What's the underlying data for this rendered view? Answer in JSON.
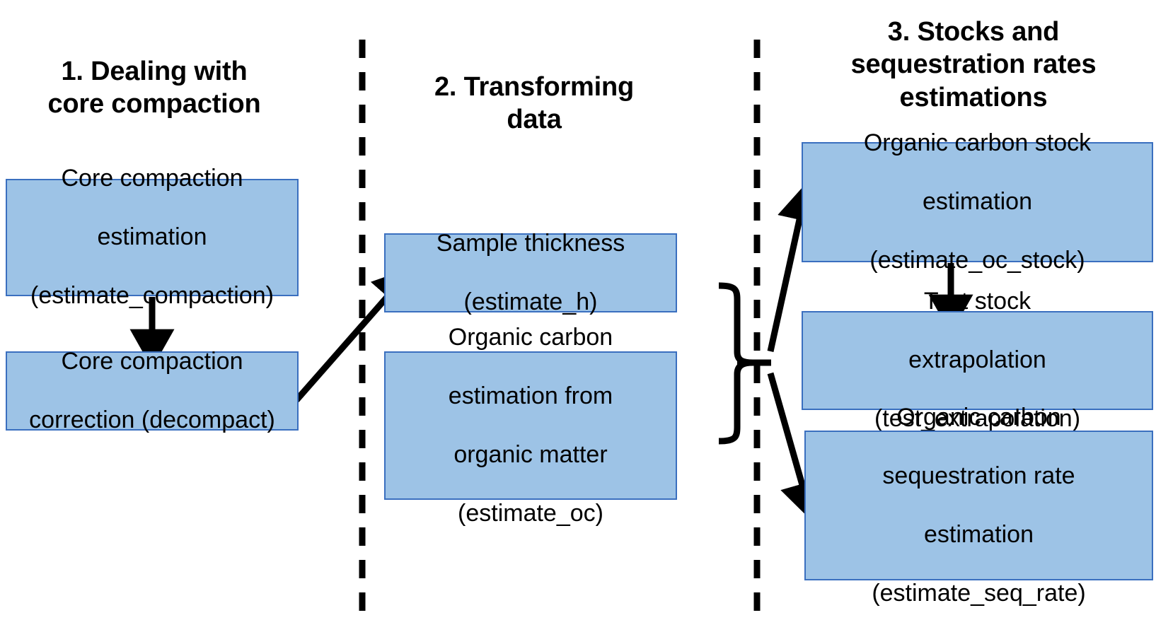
{
  "diagram": {
    "title_bar_color": "#000000",
    "box_fill": "#9DC3E6",
    "box_border": "#3A6FBF",
    "connector_color": "#000000",
    "background": "#ffffff",
    "columns": [
      {
        "id": "column-1",
        "heading": "1. Dealing with core compaction",
        "heading_lines": [
          "1. Dealing with",
          "core compaction"
        ],
        "nodes": [
          {
            "id": "core-compaction-estimation",
            "lines": [
              "Core compaction",
              "estimation",
              "(estimate_compaction)"
            ],
            "function": "estimate_compaction"
          },
          {
            "id": "core-compaction-correction",
            "lines": [
              "Core compaction",
              "correction (decompact)"
            ],
            "function": "decompact"
          }
        ]
      },
      {
        "id": "column-2",
        "heading": "2. Transforming data",
        "heading_lines": [
          "2. Transforming",
          "data"
        ],
        "nodes": [
          {
            "id": "sample-thickness",
            "lines": [
              "Sample thickness",
              "(estimate_h)"
            ],
            "function": "estimate_h"
          },
          {
            "id": "organic-carbon-estimation",
            "lines": [
              "Organic carbon",
              "estimation from",
              "organic matter",
              "(estimate_oc)"
            ],
            "function": "estimate_oc"
          }
        ]
      },
      {
        "id": "column-3",
        "heading": "3. Stocks and sequestration rates estimations",
        "heading_lines": [
          "3. Stocks and",
          "sequestration rates",
          "estimations"
        ],
        "nodes": [
          {
            "id": "organic-carbon-stock-estimation",
            "lines": [
              "Organic carbon stock",
              "estimation",
              "(estimate_oc_stock)"
            ],
            "function": "estimate_oc_stock"
          },
          {
            "id": "test-stock-extrapolation",
            "lines": [
              "Test stock",
              "extrapolation",
              "(test_extrapolation)"
            ],
            "function": "test_extrapolation"
          },
          {
            "id": "organic-carbon-sequestration-rate",
            "lines": [
              "Organic carbon",
              "sequestration rate",
              "estimation",
              "(estimate_seq_rate)"
            ],
            "function": "estimate_seq_rate"
          }
        ]
      }
    ],
    "connectors": [
      {
        "id": "arrow-compaction-to-correction",
        "kind": "arrow",
        "from": "core-compaction-estimation",
        "to": "core-compaction-correction"
      },
      {
        "id": "arrow-correction-to-thickness",
        "kind": "arrow",
        "from": "core-compaction-correction",
        "to": "sample-thickness"
      },
      {
        "id": "brace-transform-group",
        "kind": "brace",
        "groups": [
          "sample-thickness",
          "organic-carbon-estimation"
        ]
      },
      {
        "id": "arrow-brace-to-oc-stock",
        "kind": "arrow",
        "from": "brace-transform-group",
        "to": "organic-carbon-stock-estimation"
      },
      {
        "id": "arrow-brace-to-seq-rate",
        "kind": "arrow",
        "from": "brace-transform-group",
        "to": "organic-carbon-sequestration-rate"
      },
      {
        "id": "arrow-oc-stock-to-extrapolation",
        "kind": "arrow",
        "from": "organic-carbon-stock-estimation",
        "to": "test-stock-extrapolation"
      }
    ],
    "dividers": [
      {
        "id": "divider-1-2",
        "style": "dashed-vertical"
      },
      {
        "id": "divider-2-3",
        "style": "dashed-vertical"
      }
    ]
  }
}
